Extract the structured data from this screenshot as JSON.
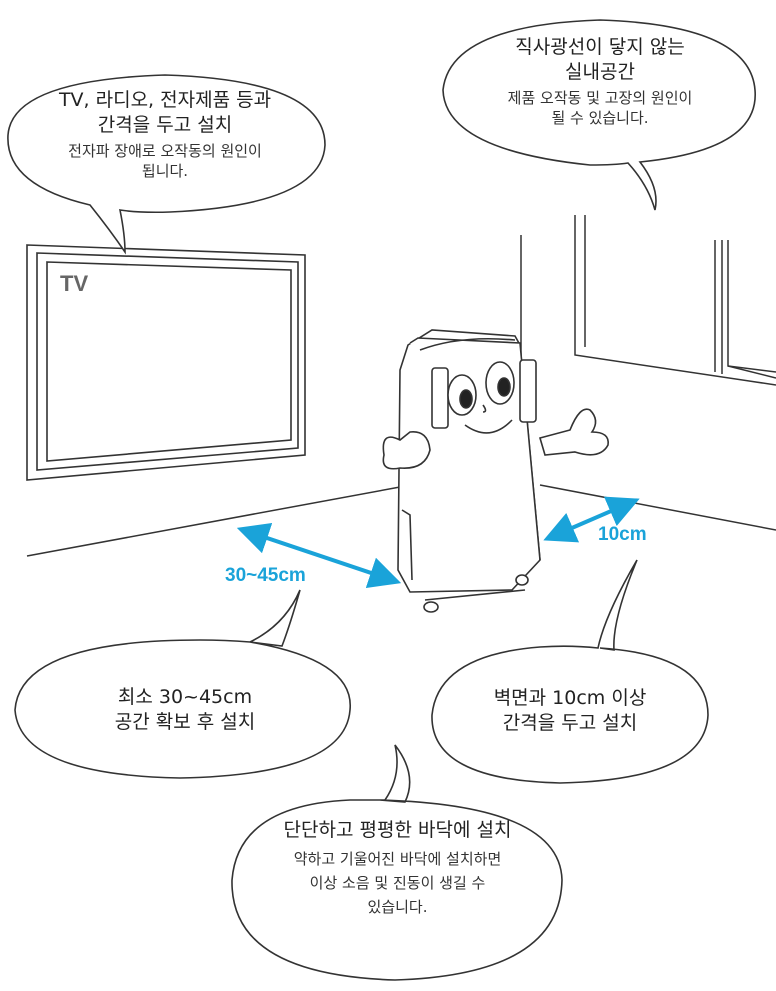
{
  "tv_label": "TV",
  "bubbles": {
    "tv": {
      "title_1": "TV, 라디오, 전자제품 등과",
      "title_2": "간격을 두고 설치",
      "sub_1": "전자파 장애로 오작동의 원인이",
      "sub_2": "됩니다."
    },
    "sunlight": {
      "title_1": "직사광선이 닿지 않는",
      "title_2": "실내공간",
      "sub_1": "제품 오작동 및 고장의 원인이",
      "sub_2": "될 수 있습니다."
    },
    "space": {
      "title_1": "최소 30~45cm",
      "title_2": "공간 확보 후 설치"
    },
    "wall": {
      "title_1": "벽면과 10cm 이상",
      "title_2": "간격을 두고 설치"
    },
    "floor": {
      "title_1": "단단하고 평평한 바닥에 설치",
      "sub_1": "약하고 기울어진 바닥에 설치하면",
      "sub_2": "이상 소음 및 진동이 생길 수",
      "sub_3": "있습니다."
    }
  },
  "dimensions": {
    "side": "30~45cm",
    "back": "10cm"
  },
  "colors": {
    "arrow": "#1aa3d9",
    "line": "#333333",
    "text": "#222222"
  }
}
